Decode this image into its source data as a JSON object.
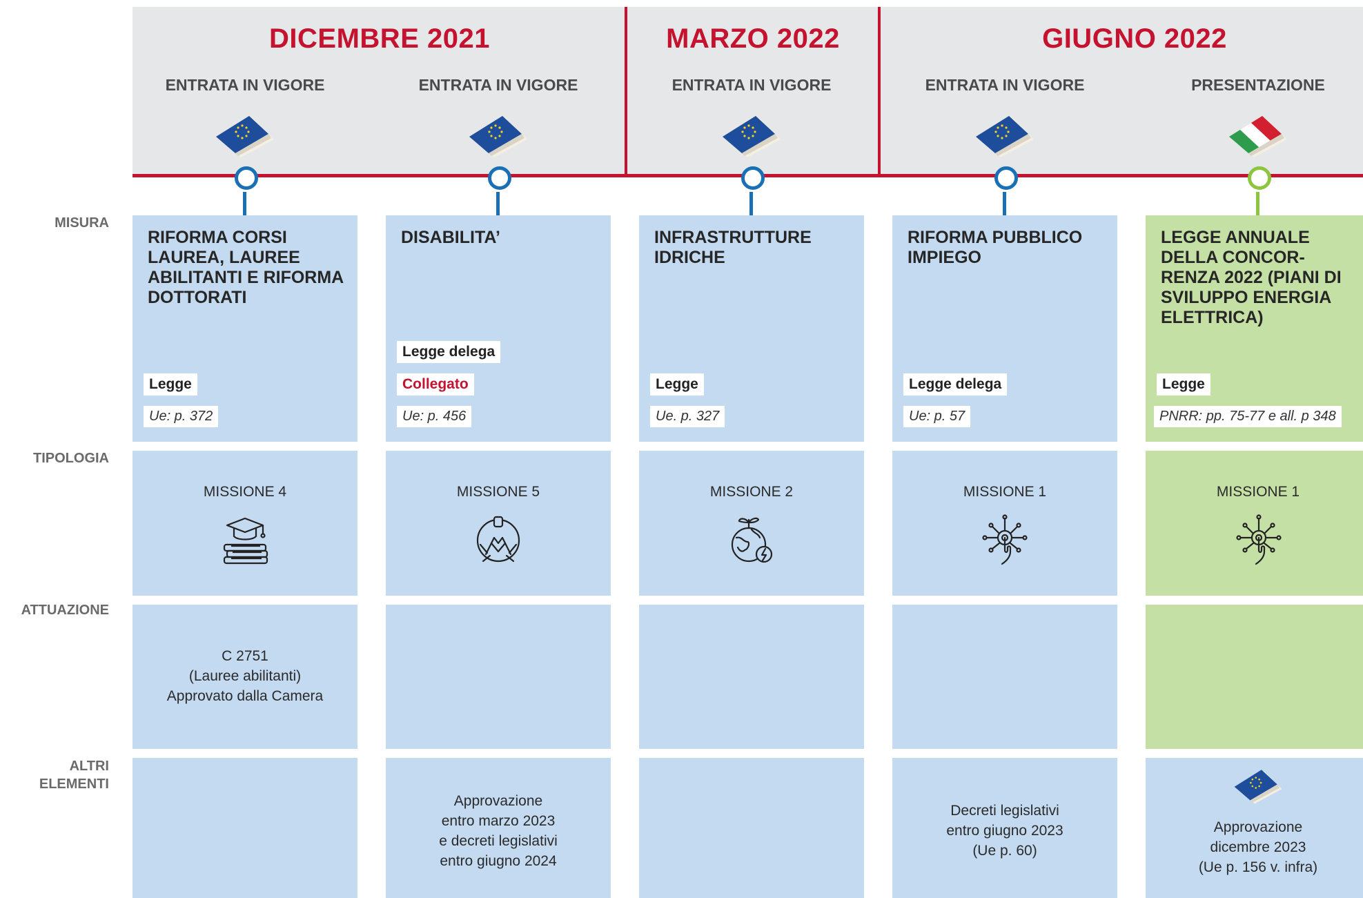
{
  "periods": [
    {
      "label": "DICEMBRE 2021"
    },
    {
      "label": "MARZO 2022"
    },
    {
      "label": "GIUGNO 2022"
    }
  ],
  "row_labels": {
    "misura": "MISURA",
    "tipologia": "TIPOLOGIA",
    "attuazione": "ATTUAZIONE",
    "altri": "ALTRI ELEMENTI"
  },
  "columns": [
    {
      "stage": "ENTRATA IN VIGORE",
      "flag": "eu-book-icon",
      "title": "RIFORMA CORSI LAUREA, LAUREE ABILITANTI E RIFORMA DOTTORATI",
      "tags": [
        "Legge"
      ],
      "ref": "Ue: p. 372",
      "mission": "MISSIONE 4",
      "mission_icon": "graduation-books-icon",
      "attuazione": "C 2751\n(Lauree abilitanti)\nApprovato dalla Camera",
      "altri": ""
    },
    {
      "stage": "ENTRATA IN VIGORE",
      "flag": "eu-book-icon",
      "title": "DISABILITA’",
      "tags": [
        "Legge delega",
        "Collegato"
      ],
      "ref": "Ue: p. 456",
      "mission": "MISSIONE 5",
      "mission_icon": "hands-together-icon",
      "attuazione": "",
      "altri": "Approvazione\nentro marzo 2023\ne decreti legislativi\nentro giugno 2024"
    },
    {
      "stage": "ENTRATA IN VIGORE",
      "flag": "eu-book-icon",
      "title": "INFRASTRUTTURE IDRICHE",
      "tags": [
        "Legge"
      ],
      "ref": "Ue. p. 327",
      "mission": "MISSIONE 2",
      "mission_icon": "green-earth-icon",
      "attuazione": "",
      "altri": ""
    },
    {
      "stage": "ENTRATA IN VIGORE",
      "flag": "eu-book-icon",
      "title": "RIFORMA PUBBLICO IMPIEGO",
      "tags": [
        "Legge delega"
      ],
      "ref": "Ue: p. 57",
      "mission": "MISSIONE 1",
      "mission_icon": "digital-touch-icon",
      "attuazione": "",
      "altri": "Decreti legislativi\nentro giugno 2023\n(Ue p. 60)"
    },
    {
      "stage": "PRESENTAZIONE",
      "flag": "italy-book-icon",
      "title": "LEGGE ANNUALE DELLA CONCOR-RENZA 2022 (PIANI DI SVILUPPO ENERGIA ELETTRICA)",
      "tags": [
        "Legge"
      ],
      "ref": "PNRR: pp. 75-77 e all. p 348",
      "mission": "MISSIONE 1",
      "mission_icon": "digital-touch-icon",
      "attuazione": "",
      "altri": "Approvazione\ndicembre 2023\n(Ue p. 156 v. infra)",
      "altri_icon": "eu-book-icon"
    }
  ],
  "colors": {
    "accent_red": "#c4122f",
    "node_blue": "#1a6fb5",
    "node_green": "#8cc63f",
    "cell_blue": "#c4daf0",
    "cell_green": "#c5e0a5",
    "header_gray": "#e6e7e9"
  }
}
